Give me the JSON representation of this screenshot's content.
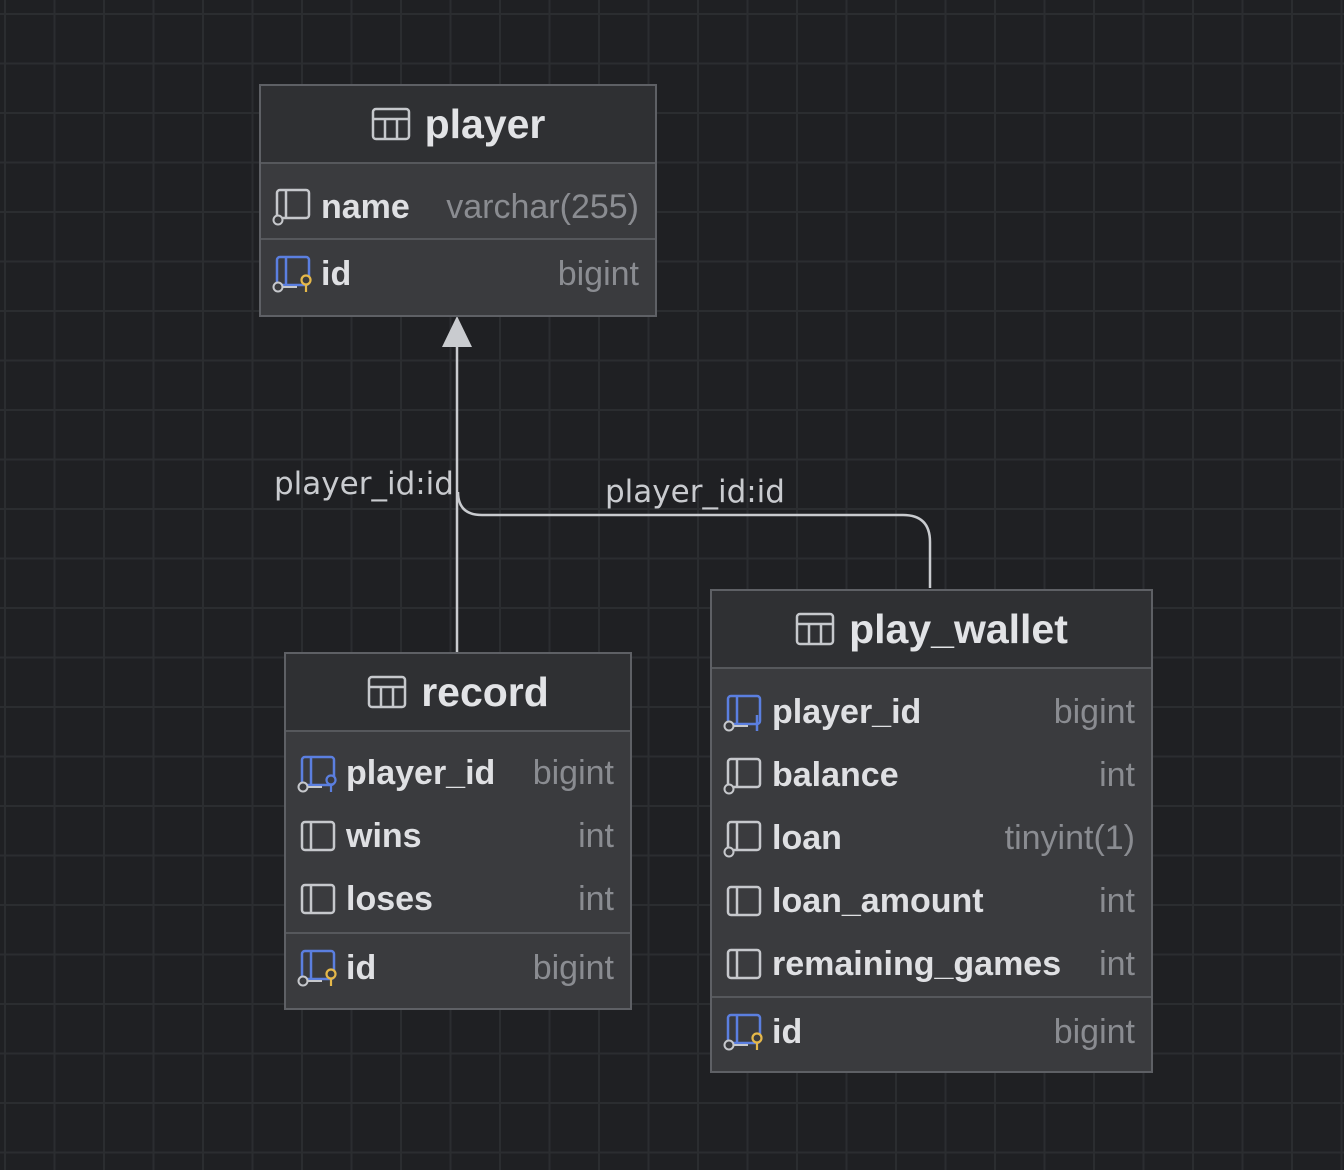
{
  "colors": {
    "background": "#1f2023",
    "grid": "#2b2d30",
    "table_body": "#3a3b3e",
    "table_header": "#2f3033",
    "edge": "#c9cbcf",
    "fk_icon": "#5b7fe0",
    "pk_icon": "#e5b84a"
  },
  "tables": {
    "player": {
      "title": "player",
      "icon": "table-icon",
      "columns": [
        {
          "name": "name",
          "type": "varchar(255)",
          "icon": "column-icon"
        },
        {
          "name": "id",
          "type": "bigint",
          "icon": "primary-key-icon"
        }
      ]
    },
    "record": {
      "title": "record",
      "icon": "table-icon",
      "columns": [
        {
          "name": "player_id",
          "type": "bigint",
          "icon": "foreign-key-icon"
        },
        {
          "name": "wins",
          "type": "int",
          "icon": "column-plain-icon"
        },
        {
          "name": "loses",
          "type": "int",
          "icon": "column-plain-icon"
        },
        {
          "name": "id",
          "type": "bigint",
          "icon": "primary-key-icon"
        }
      ]
    },
    "play_wallet": {
      "title": "play_wallet",
      "icon": "table-icon",
      "columns": [
        {
          "name": "player_id",
          "type": "bigint",
          "icon": "foreign-key-icon"
        },
        {
          "name": "balance",
          "type": "int",
          "icon": "column-icon"
        },
        {
          "name": "loan",
          "type": "tinyint(1)",
          "icon": "column-icon"
        },
        {
          "name": "loan_amount",
          "type": "int",
          "icon": "column-plain-icon"
        },
        {
          "name": "remaining_games",
          "type": "int",
          "icon": "column-plain-icon"
        },
        {
          "name": "id",
          "type": "bigint",
          "icon": "primary-key-icon"
        }
      ]
    }
  },
  "relationships": [
    {
      "from": "record",
      "to": "player",
      "label": "player_id:id"
    },
    {
      "from": "play_wallet",
      "to": "player",
      "label": "player_id:id"
    }
  ]
}
